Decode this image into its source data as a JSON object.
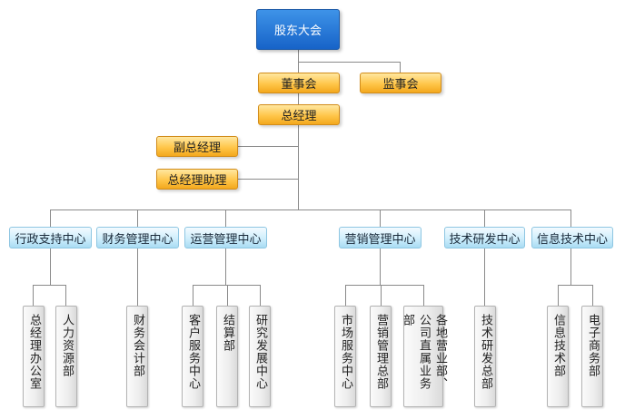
{
  "chart": {
    "top": {
      "label": "股东大会"
    },
    "board": {
      "label": "董事会"
    },
    "supervisors": {
      "label": "监事会"
    },
    "gm": {
      "label": "总经理"
    },
    "deputy_gm": {
      "label": "副总经理"
    },
    "gm_assistant": {
      "label": "总经理助理"
    },
    "centers": [
      {
        "label": "行政支持中心"
      },
      {
        "label": "财务管理中心"
      },
      {
        "label": "运营管理中心"
      },
      {
        "label": "营销管理中心"
      },
      {
        "label": "技术研发中心"
      },
      {
        "label": "信息技术中心"
      }
    ],
    "departments": [
      {
        "label": "总经理办公室"
      },
      {
        "label": "人力资源部"
      },
      {
        "label": "财务会计部"
      },
      {
        "label": "客户服务中心"
      },
      {
        "label": "结算部"
      },
      {
        "label": "研究发展中心"
      },
      {
        "label": "市场服务中心"
      },
      {
        "label": "营销管理总部"
      },
      {
        "label": "各地营业部、公司直属业务部"
      },
      {
        "label": "技术研发总部"
      },
      {
        "label": "信息技术部"
      },
      {
        "label": "电子商务部"
      }
    ]
  },
  "colors": {
    "top": "#1f73d6",
    "management": "#ffc64a",
    "center": "#cfeefc",
    "department": "#ececec",
    "line": "#8a8a8a"
  }
}
